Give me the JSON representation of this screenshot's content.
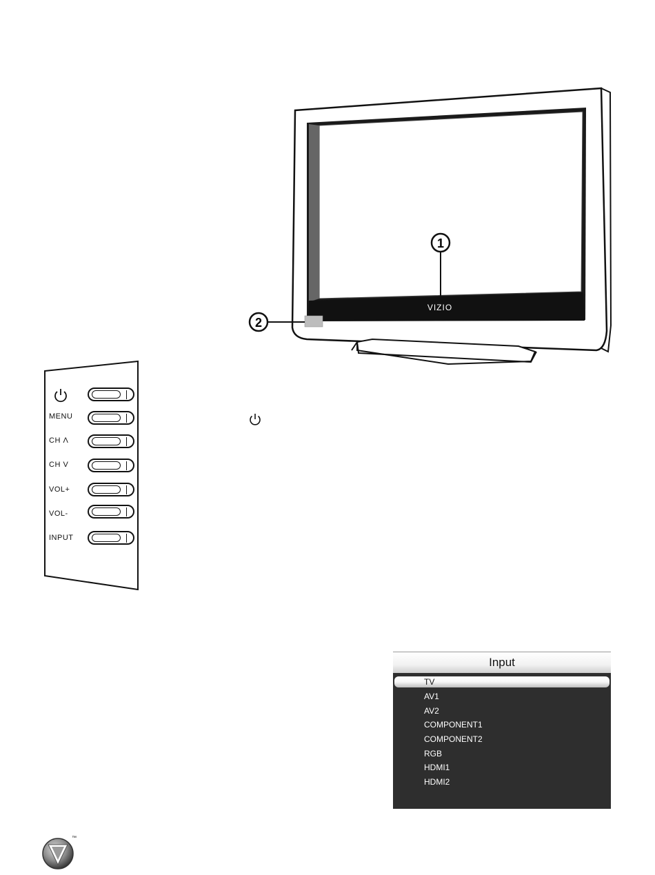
{
  "tv_figure": {
    "brand_text": "VIZIO",
    "callouts": [
      "1",
      "2"
    ]
  },
  "side_panel": {
    "buttons": [
      {
        "label": "",
        "icon": "power-icon"
      },
      {
        "label": "MENU"
      },
      {
        "label": "CH Λ"
      },
      {
        "label": "CH V"
      },
      {
        "label": "VOL+"
      },
      {
        "label": "VOL-"
      },
      {
        "label": "INPUT"
      }
    ]
  },
  "body_icon": "power-icon",
  "input_menu": {
    "title": "Input",
    "items": [
      "TV",
      "AV1",
      "AV2",
      "COMPONENT1",
      "COMPONENT2",
      "RGB",
      "HDMI1",
      "HDMI2"
    ],
    "selected_index": 0
  },
  "footer": {
    "logo": "vizio-v-logo",
    "trademark": "™"
  }
}
